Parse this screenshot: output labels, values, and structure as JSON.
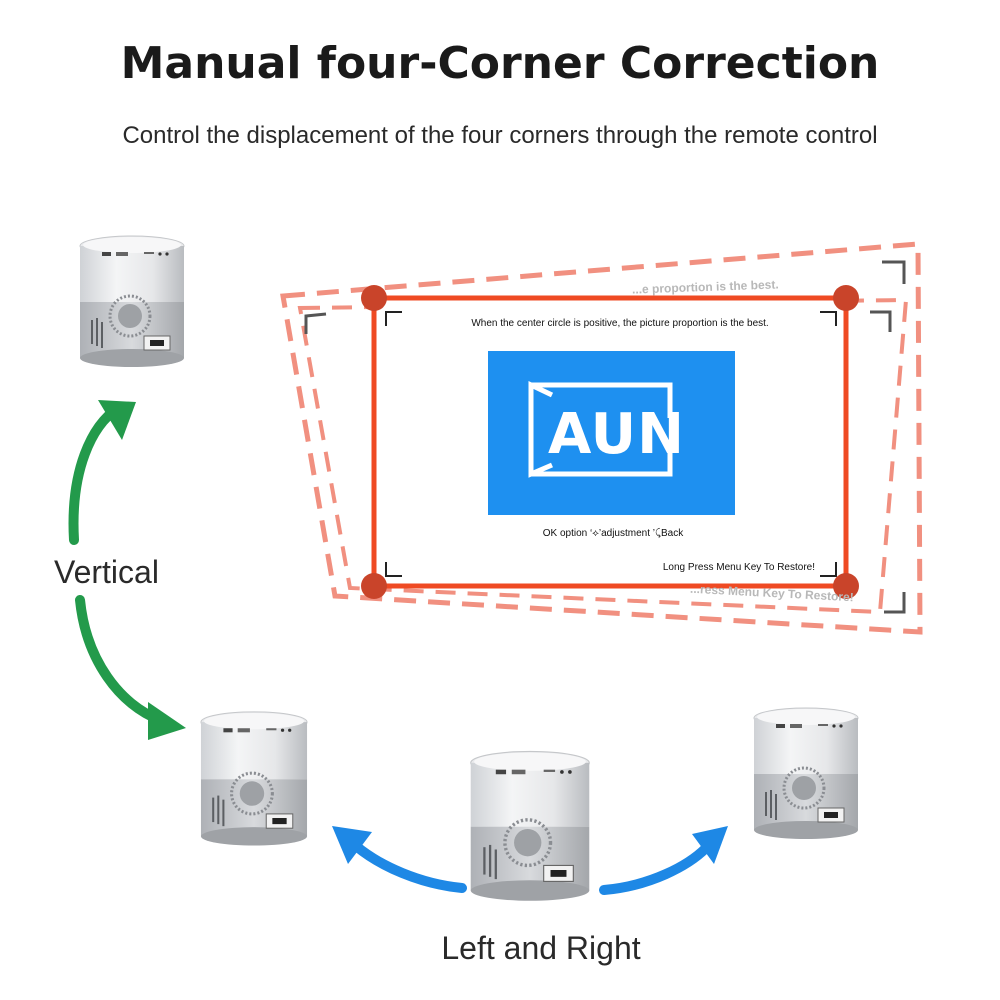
{
  "header": {
    "title": "Manual four-Corner Correction",
    "subtitle": "Control the displacement of the four corners through the remote control"
  },
  "labels": {
    "vertical": "Vertical",
    "left_right": "Left and Right"
  },
  "screen": {
    "top_message": "When the center circle is positive, the picture proportion is the best.",
    "logo_text": "AUN",
    "controls_text": "OK option ‘⟡’adjustment ’⤹Back",
    "restore_text": "Long Press Menu Key To Restore!",
    "ghost_top_text": "...e proportion is the best.",
    "ghost_bottom_text": "...ress Menu Key To Restore!"
  },
  "colors": {
    "accent_red": "#ef4a23",
    "corner_dot": "#c9442a",
    "dashed_outline": "#f19080",
    "logo_bg": "#1e90f0",
    "arrow_green": "#239a4b",
    "arrow_blue": "#1e88e5"
  }
}
